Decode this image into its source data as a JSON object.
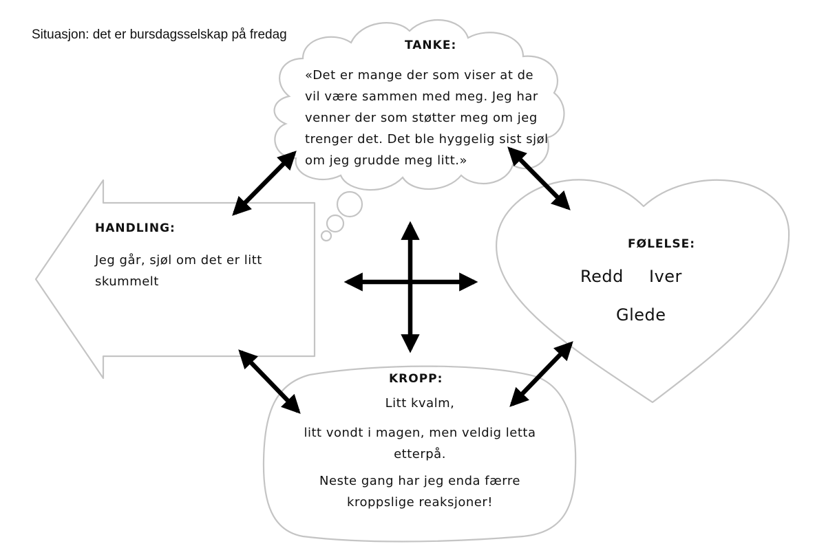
{
  "situation": "Situasjon: det er bursdagsselskap på fredag",
  "tanke": {
    "heading": "TANKE:",
    "lines": [
      "«Det er mange der som viser at de",
      "vil være sammen med meg. Jeg har",
      "venner der som støtter meg om jeg",
      "trenger det. Det ble hyggelig sist sjøl",
      "om jeg grudde meg litt.»"
    ]
  },
  "handling": {
    "heading": "HANDLING:",
    "lines": [
      "Jeg går, sjøl om det er litt",
      "skummelt"
    ]
  },
  "folelse": {
    "heading": "FØLELSE:",
    "words_row1": [
      "Redd",
      "Iver"
    ],
    "words_row2": [
      "Glede"
    ]
  },
  "kropp": {
    "heading": "KROPP:",
    "lines": [
      "Litt kvalm,",
      "litt vondt i magen, men veldig letta",
      "etterpå.",
      "Neste gang har jeg enda færre",
      "kroppslige reaksjoner!"
    ]
  },
  "colors": {
    "outline": "#c4c4c4",
    "arrow": "#000000",
    "text": "#111111"
  }
}
